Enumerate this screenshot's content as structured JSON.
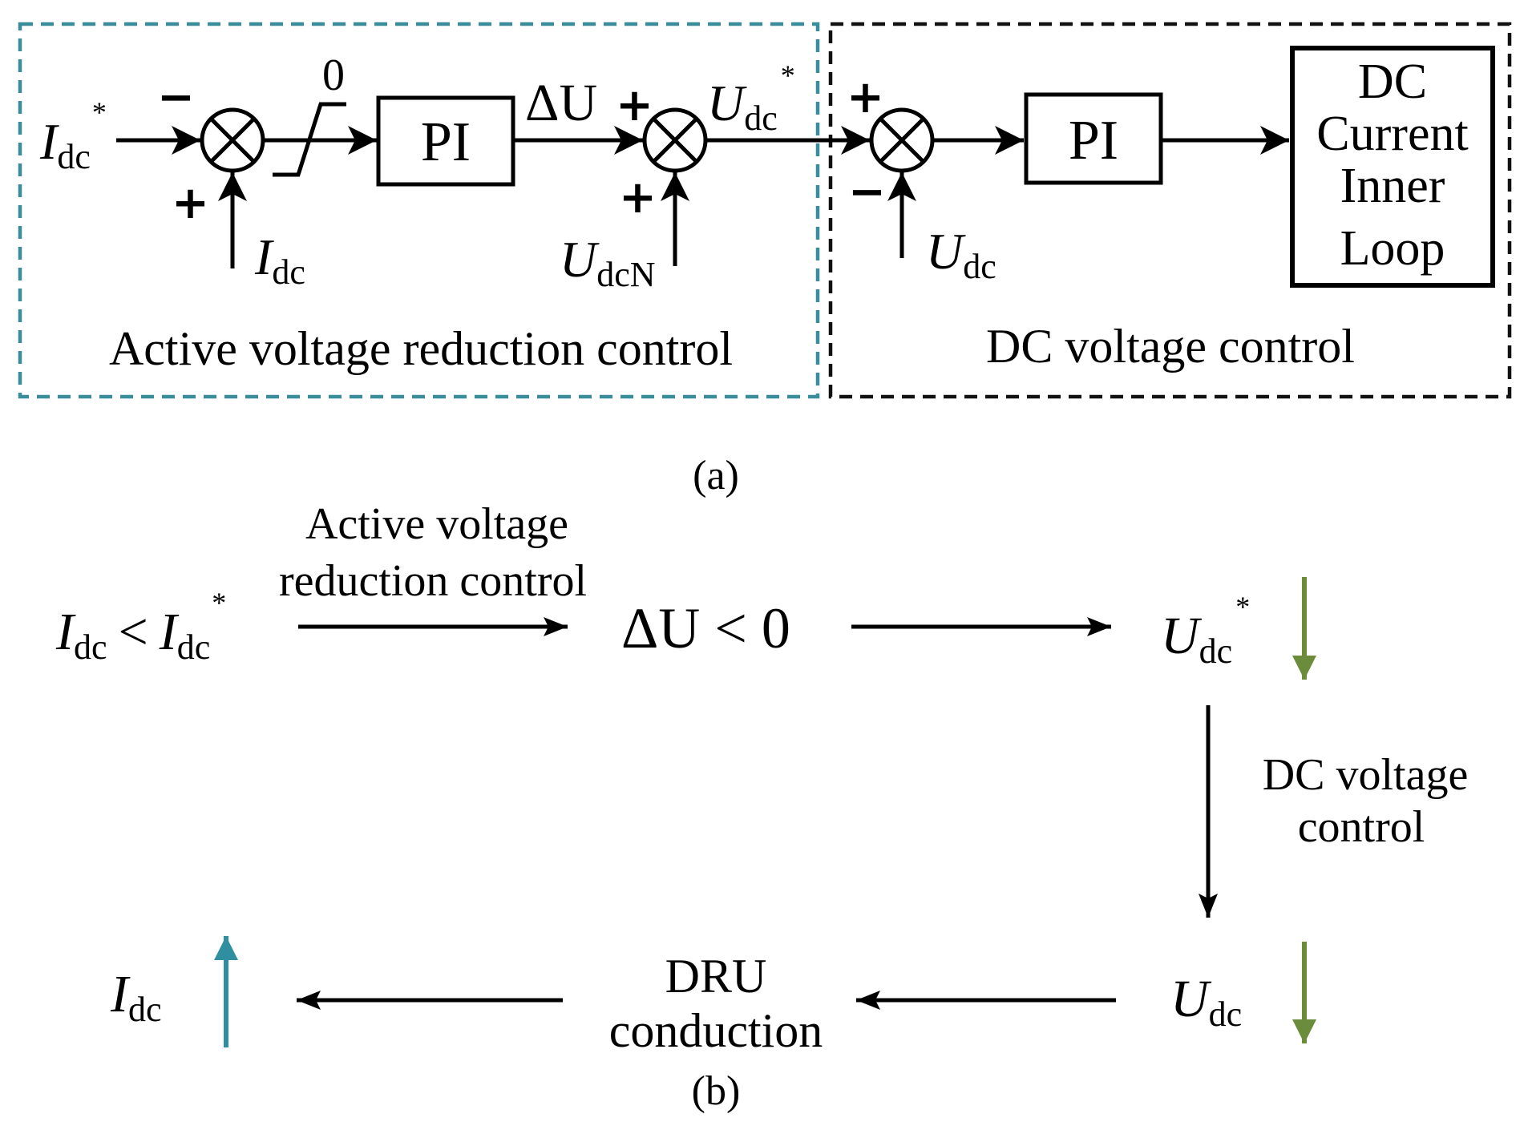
{
  "colors": {
    "active_box": "#3a8e9c",
    "dc_box": "#111111",
    "green_arrow": "#6b8c3a",
    "teal_arrow": "#2f8fa0"
  },
  "part_a": {
    "active_box_label": "Active voltage reduction control",
    "dc_box_label": "DC voltage control",
    "idc_ref": {
      "base": "I",
      "sub": "dc",
      "sup": "*"
    },
    "idc_fb": {
      "base": "I",
      "sub": "dc"
    },
    "sat_zero": "0",
    "pi1": "PI",
    "delta_u": "ΔU",
    "udc_ref": {
      "base": "U",
      "sub": "dc",
      "sup": "*"
    },
    "udcn": {
      "base": "U",
      "sub": "dcN"
    },
    "pi2": "PI",
    "udc_fb": {
      "base": "U",
      "sub": "dc"
    },
    "inner_loop": [
      "DC",
      "Current",
      "Inner",
      "Loop"
    ],
    "signs": {
      "sum1_top": "−",
      "sum1_bottom": "+",
      "sum2_left": "+",
      "sum2_bottom": "+",
      "sum3_top": "+",
      "sum3_bottom": "−"
    },
    "caption": "(a)"
  },
  "part_b": {
    "cond": {
      "lhs_base": "I",
      "lhs_sub": "dc",
      "op": "<",
      "rhs_base": "I",
      "rhs_sub": "dc",
      "rhs_sup": "*"
    },
    "active_label": [
      "Active voltage",
      "reduction control"
    ],
    "delta_cond": {
      "delta": "ΔU",
      "rest": "< 0"
    },
    "udc_ref": {
      "base": "U",
      "sub": "dc",
      "sup": "*"
    },
    "dc_label": [
      "DC voltage",
      "control"
    ],
    "udc": {
      "base": "U",
      "sub": "dc"
    },
    "dru_label": [
      "DRU",
      "conduction"
    ],
    "idc": {
      "base": "I",
      "sub": "dc"
    },
    "caption": "(b)"
  }
}
